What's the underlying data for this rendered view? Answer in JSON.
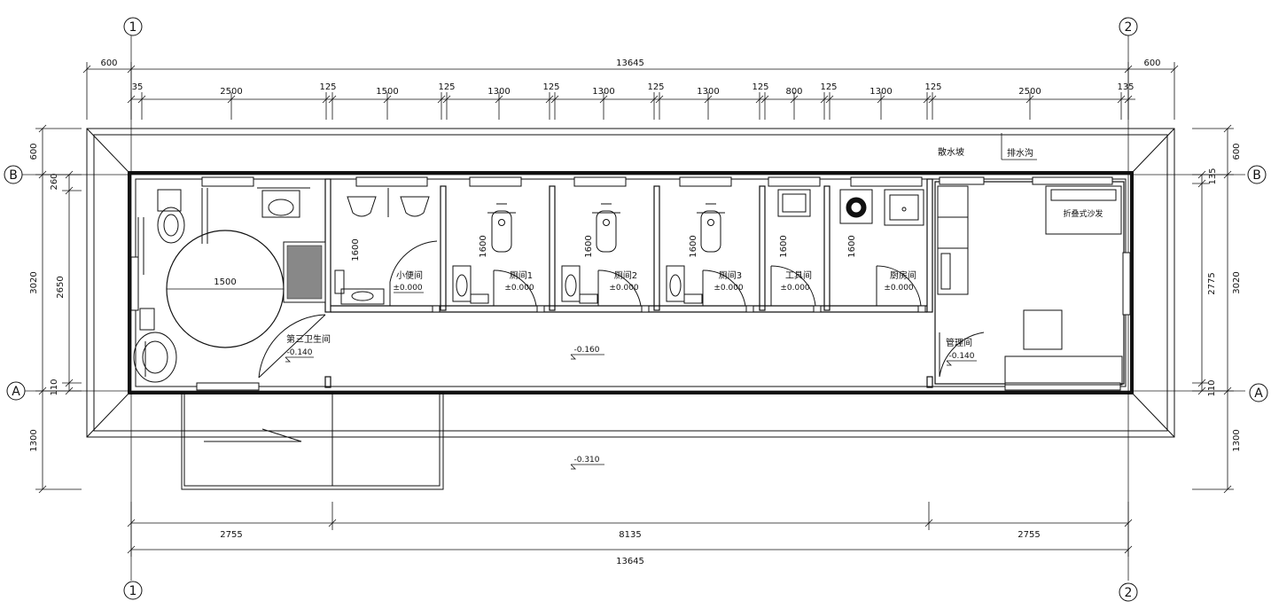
{
  "axes": {
    "col_left": "1",
    "col_right": "2",
    "row_top": "B",
    "row_bottom": "A"
  },
  "dimensions": {
    "top_overall": [
      "600",
      "13645",
      "600"
    ],
    "top_detail": [
      "35",
      "2500",
      "125",
      "1500",
      "125",
      "1300",
      "125",
      "1300",
      "125",
      "1300",
      "125",
      "800",
      "125",
      "1300",
      "125",
      "2500",
      "135"
    ],
    "bottom_detail": [
      "2755",
      "8135",
      "2755"
    ],
    "bottom_overall": "13645",
    "left_outer": [
      "600",
      "3020",
      "1300"
    ],
    "left_inner": [
      "260",
      "2650",
      "110"
    ],
    "right_outer": [
      "600",
      "3020",
      "1300"
    ],
    "right_inner": [
      "135",
      "2775",
      "110"
    ],
    "room_depths": [
      "1600",
      "1600",
      "1600",
      "1600",
      "1600",
      "1600"
    ],
    "turning_circle": "1500"
  },
  "rooms": {
    "accessible": "第三卫生间",
    "urinal": "小便间",
    "stall1": "厕间1",
    "stall2": "厕间2",
    "stall3": "厕间3",
    "tool": "工具间",
    "kitchen": "厨房间",
    "management": "管理间",
    "sofa": "折叠式沙发"
  },
  "labels": {
    "apron": "散水坡",
    "drain": "排水沟"
  },
  "levels": {
    "accessible": "-0.140",
    "management": "-0.140",
    "corridor": "-0.160",
    "ramp": "-0.310",
    "rooms": "±0.000"
  }
}
